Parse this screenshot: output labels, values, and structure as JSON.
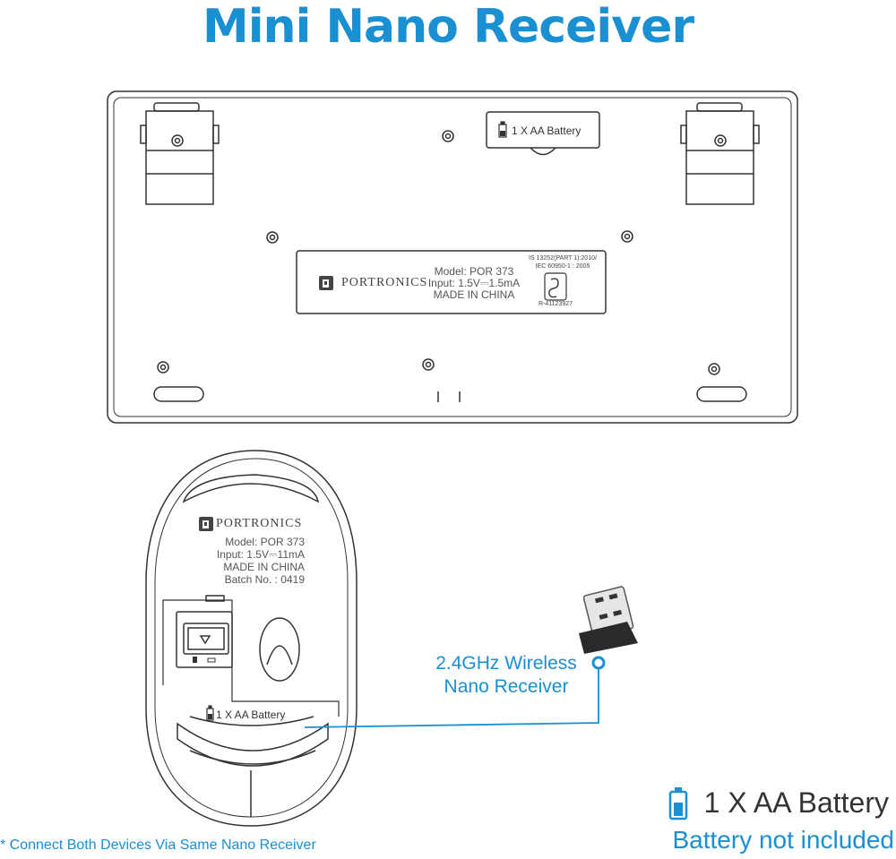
{
  "title": "Mini Nano Receiver",
  "keyboard": {
    "battery_label": "1 X AA Battery",
    "brand": "PORTRONICS",
    "model": "Model: POR 373",
    "input": "Input: 1.5V⎓1.5mA",
    "made_in": "MADE IN CHINA",
    "standard_1": "IS 13252(PART 1):2010/",
    "standard_2": "IEC 60950-1 : 2005",
    "registration": "R-41123927"
  },
  "mouse": {
    "brand": "PORTRONICS",
    "model": "Model: POR 373",
    "input": "Input: 1.5V⎓11mA",
    "made_in": "MADE IN CHINA",
    "batch": "Batch No. : 0419",
    "battery_label": "1 X AA Battery"
  },
  "receiver": {
    "line1": "2.4GHz Wireless",
    "line2": "Nano Receiver"
  },
  "footnote": "* Connect Both Devices Via Same Nano Receiver",
  "battery": {
    "count": "1 X AA Battery",
    "note": "Battery not included"
  },
  "colors": {
    "accent": "#1a8fd1",
    "line": "#333333"
  }
}
